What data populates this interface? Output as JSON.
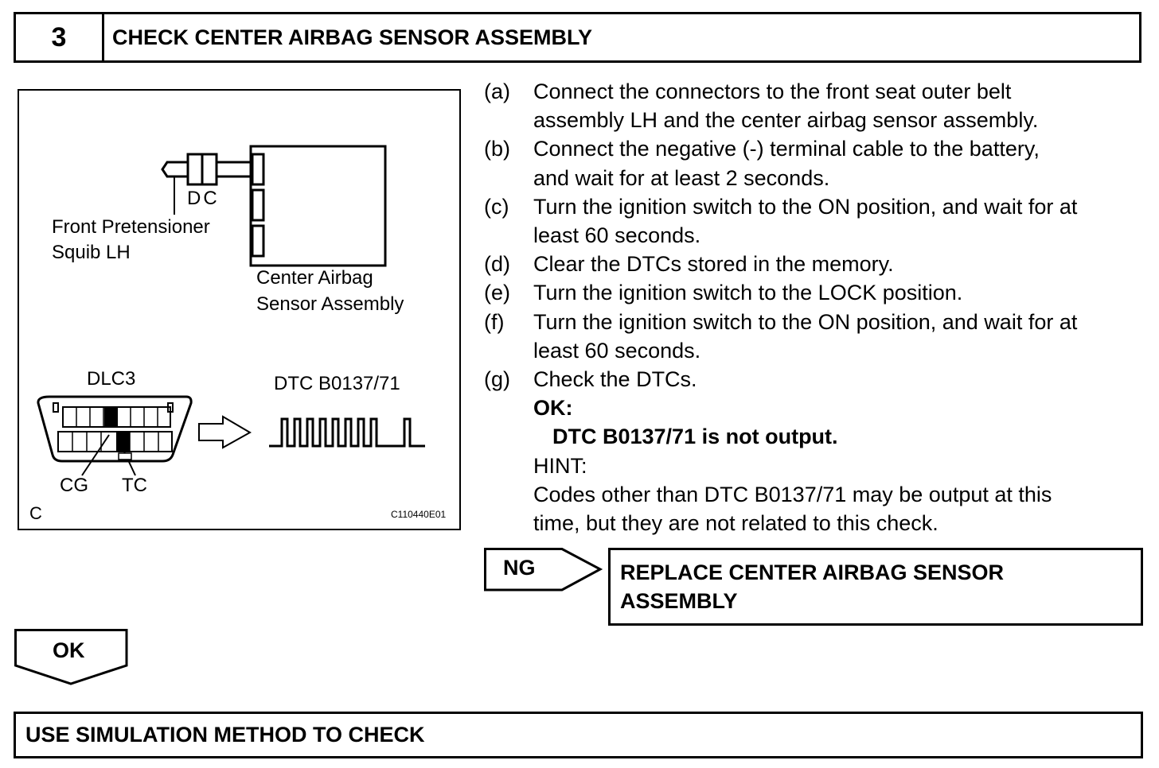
{
  "header": {
    "step_number": "3",
    "title": "CHECK CENTER AIRBAG SENSOR ASSEMBLY"
  },
  "figure": {
    "connector_label": "DC",
    "squib_label_line1": "Front Pretensioner",
    "squib_label_line2": "Squib LH",
    "sensor_label_line1": "Center Airbag",
    "sensor_label_line2": "Sensor Assembly",
    "dlc_label": "DLC3",
    "dtc_label": "DTC B0137/71",
    "cg_label": "CG",
    "tc_label": "TC",
    "corner_label": "C",
    "figure_code": "C110440E01"
  },
  "procedure": {
    "steps": [
      {
        "letter": "(a)",
        "line1": "Connect the connectors to the front seat outer belt",
        "line2": "assembly LH and the center airbag sensor assembly."
      },
      {
        "letter": "(b)",
        "line1": "Connect the negative (-) terminal cable to the battery,",
        "line2": "and wait for at least 2 seconds."
      },
      {
        "letter": "(c)",
        "line1": "Turn the ignition switch to the ON position, and wait for at",
        "line2": "least 60 seconds."
      },
      {
        "letter": "(d)",
        "line1": "Clear the DTCs stored in the memory."
      },
      {
        "letter": "(e)",
        "line1": "Turn the ignition switch to the LOCK position."
      },
      {
        "letter": "(f)",
        "line1": "Turn the ignition switch to the ON position, and wait for at",
        "line2": "least 60 seconds."
      },
      {
        "letter": "(g)",
        "line1": "Check the DTCs."
      }
    ],
    "ok_heading": "OK:",
    "ok_condition": "DTC B0137/71 is not output.",
    "hint_heading": "HINT:",
    "hint_line1": "Codes other than DTC B0137/71 may be output at this",
    "hint_line2": "time, but they are not related to this check."
  },
  "ng": {
    "label": "NG",
    "action_line1": "REPLACE CENTER AIRBAG SENSOR",
    "action_line2": "ASSEMBLY"
  },
  "ok": {
    "label": "OK"
  },
  "next_step": {
    "title": "USE SIMULATION METHOD TO CHECK"
  }
}
